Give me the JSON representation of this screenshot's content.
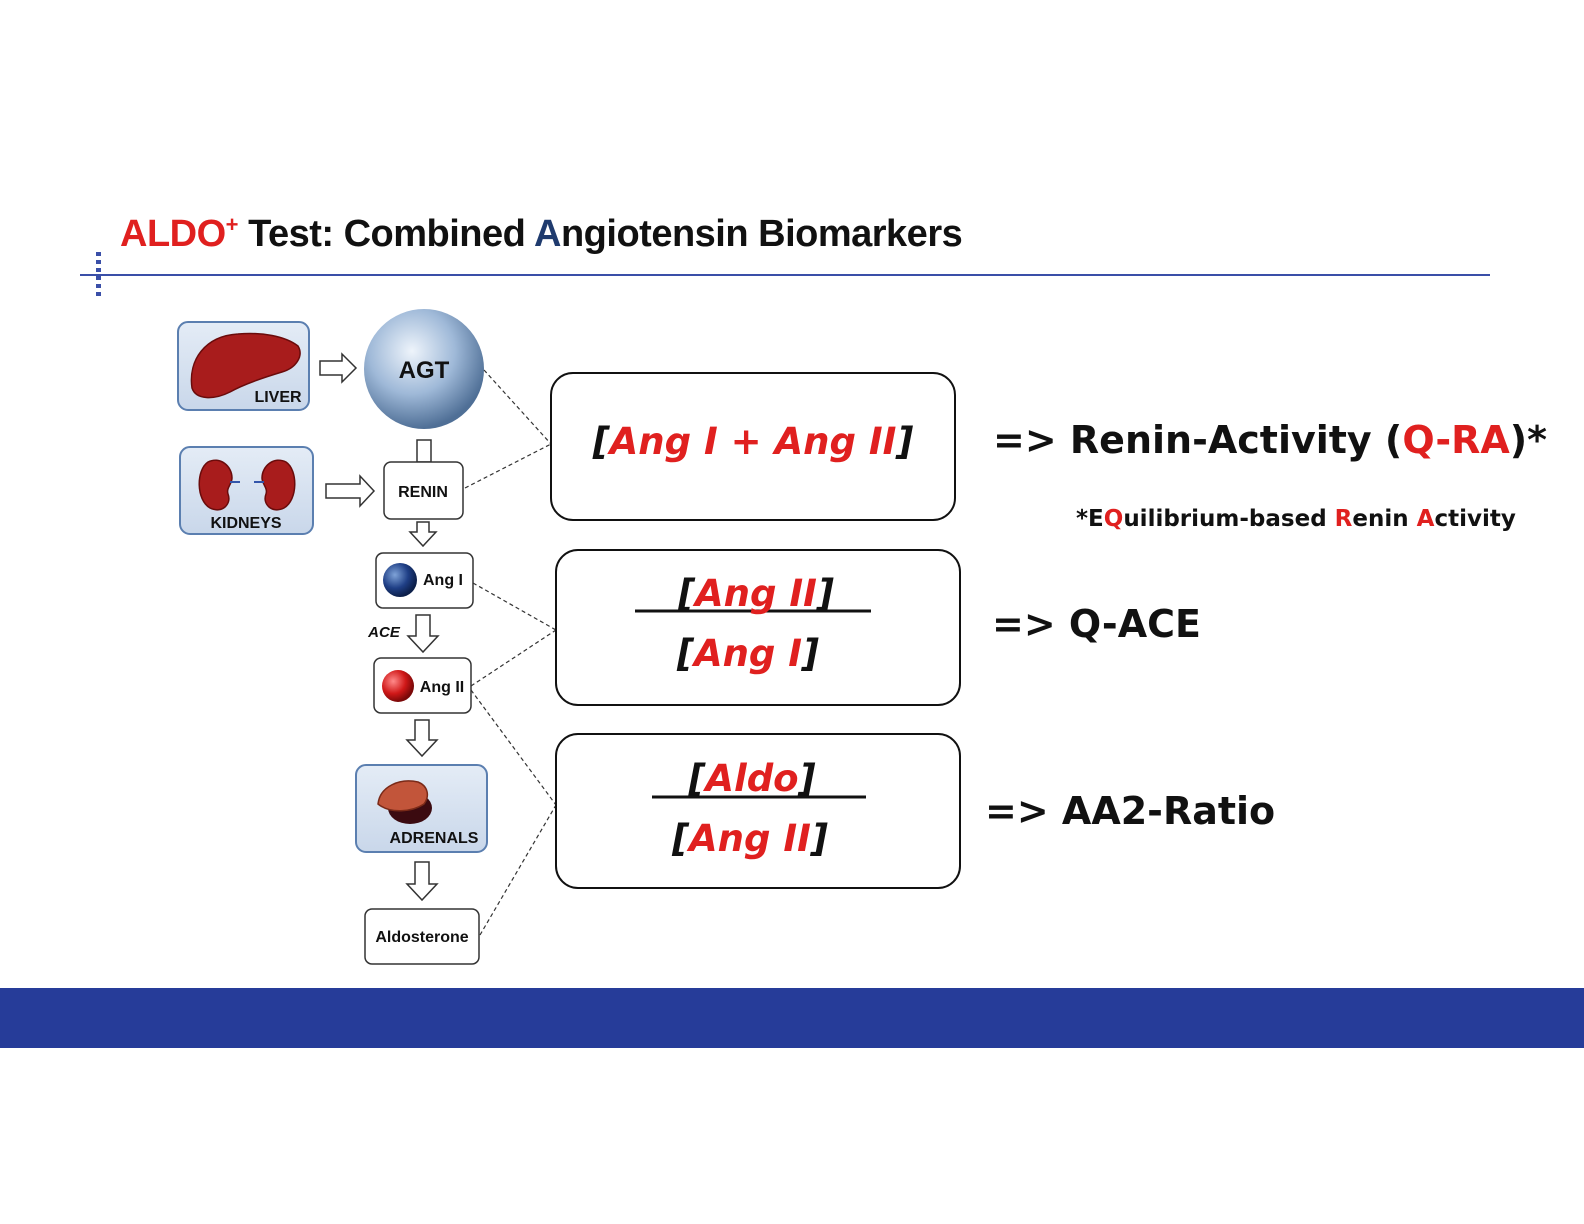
{
  "title": {
    "aldo": "ALDO",
    "plus": "+",
    "part1": " Test: Combined ",
    "a": "A",
    "part2": "ngiotensin Biomarkers"
  },
  "colors": {
    "accent_red": "#e0201f",
    "navy": "#263c99",
    "rule": "#3a4fa8"
  },
  "pathway": {
    "liver_label": "LIVER",
    "kidneys_label": "KIDNEYS",
    "agt_label": "AGT",
    "renin_label": "RENIN",
    "ang1_label": "Ang I",
    "ace_label": "ACE",
    "ang2_label": "Ang II",
    "adrenals_label": "ADRENALS",
    "aldosterone_label": "Aldosterone"
  },
  "formulas": {
    "f1": {
      "open": "[",
      "content": "Ang I + Ang II",
      "close": "]"
    },
    "f2": {
      "num_open": "[",
      "num": "Ang II",
      "num_close": "]",
      "den_open": "[",
      "den": "Ang I",
      "den_close": "]"
    },
    "f3": {
      "num_open": "[",
      "num": "Aldo",
      "num_close": "]",
      "den_open": "[",
      "den": "Ang II",
      "den_close": "]"
    }
  },
  "results": {
    "r1": {
      "prefix": "=> Renin-Activity (",
      "highlight": "Q-RA",
      "suffix": ")*"
    },
    "r2": {
      "text": "=> Q-ACE"
    },
    "r3": {
      "text": "=> AA2-Ratio"
    }
  },
  "footnote": {
    "p1": "*E",
    "q": "Q",
    "p2": "uilibrium-based ",
    "r": "R",
    "p3": "enin ",
    "a": "A",
    "p4": "ctivity"
  }
}
